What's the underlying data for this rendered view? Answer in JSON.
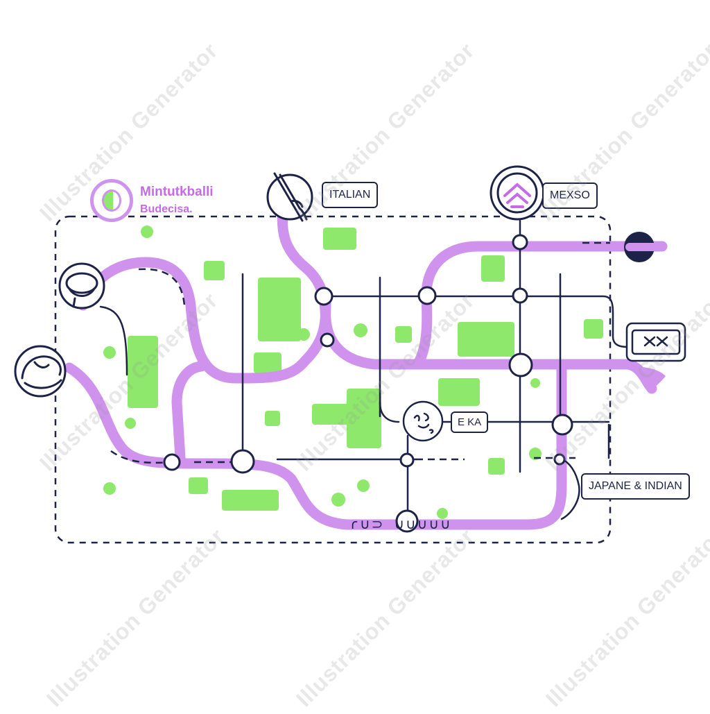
{
  "brand": {
    "line1": "Mintutkballi",
    "line2": "Budecisa."
  },
  "labels": {
    "italian": "ITALIAN",
    "mexico": "MEXSO",
    "eha": "E KA",
    "japanese_indian": "JAPANE & INDIAN",
    "bottom_scribble": "ɾ∪⊃ ∪∪∪∪∪"
  },
  "watermark": {
    "text": "Illustration Generator"
  },
  "colors": {
    "route": "#cf93ee",
    "line": "#1d2347",
    "patch": "#8ee86b",
    "brand": "#c46ce6",
    "background": "#ffffff"
  },
  "icons": [
    "chopsticks-icon",
    "cloche-icon",
    "bread-bowl-icon",
    "taco-icon",
    "noodle-bowl-icon",
    "takeout-box-icon",
    "pin-icon"
  ]
}
